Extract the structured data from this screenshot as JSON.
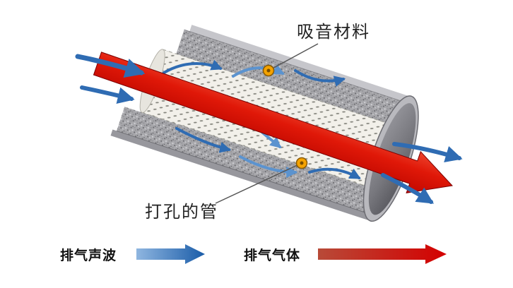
{
  "diagram": {
    "subject": "muffler-cutaway",
    "callouts": {
      "absorber_label": "吸音材料",
      "pipe_label": "打孔的管"
    }
  },
  "legend": {
    "sound_label": "排气声波",
    "gas_label": "排气气体"
  },
  "colors": {
    "sound_wave_blue": "#2f6cb3",
    "sound_wave_blue_light": "#5b93cf",
    "exhaust_gas_red": "#cc1100",
    "callout_dot_orange": "#f5a300",
    "absorber_gray": "#a7a7ab",
    "pipe_white": "#f2f0ea",
    "shell_gray": "#b9b9be"
  }
}
